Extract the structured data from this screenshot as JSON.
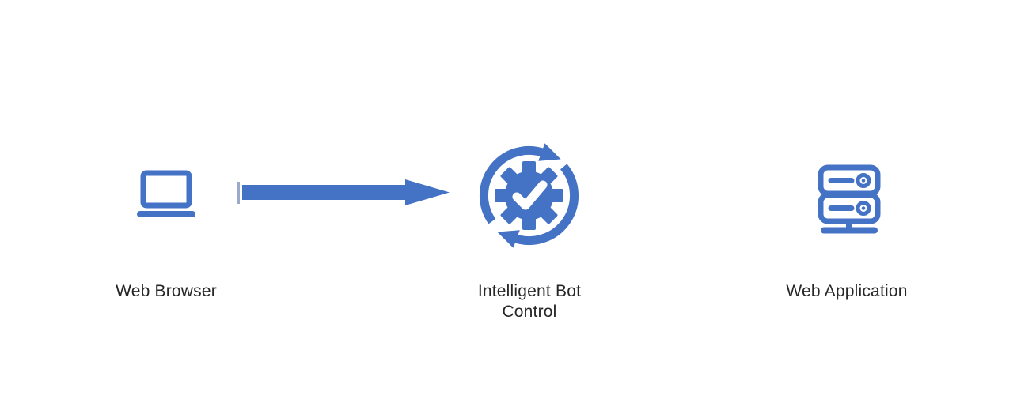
{
  "diagram": {
    "background_color": "#ffffff",
    "accent_color": "#4472C4",
    "text_color": "#262626",
    "connector_tail_tick_color": "#9DA9C9",
    "nodes": {
      "browser": {
        "label": "Web Browser",
        "icon": "laptop-icon"
      },
      "bot": {
        "label": "Intelligent Bot Control",
        "icon": "sync-gear-check-icon"
      },
      "app": {
        "label": "Web Application",
        "icon": "server-icon"
      }
    },
    "connector": {
      "type": "block-arrow",
      "direction": "right",
      "from": "Web Browser",
      "to": "Intelligent Bot Control"
    }
  }
}
